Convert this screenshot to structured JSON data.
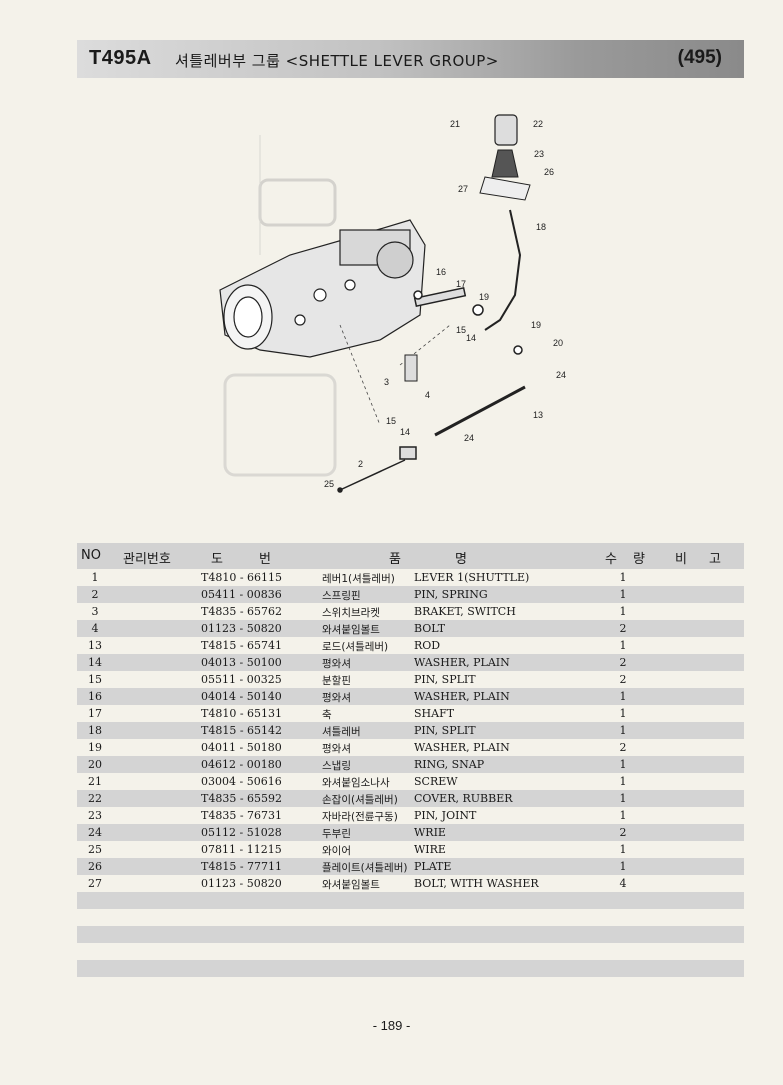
{
  "header": {
    "code": "T495A",
    "title": "셔틀레버부 그룹 <SHETTLE LEVER GROUP>",
    "page_code": "(495)"
  },
  "diagram": {
    "callouts": [
      "21",
      "22",
      "23",
      "26",
      "27",
      "18",
      "16",
      "17",
      "19",
      "15",
      "14",
      "19",
      "20",
      "3",
      "4",
      "24",
      "13",
      "15",
      "14",
      "24",
      "2",
      "25"
    ]
  },
  "table": {
    "headers": {
      "no": "NO",
      "mgmt": "관리번호",
      "do": "도",
      "beon": "번",
      "pum": "품",
      "myeong": "명",
      "su": "수",
      "ryang": "량",
      "bi": "비",
      "go": "고"
    },
    "rows": [
      {
        "no": "1",
        "part": "T4810 - 66115",
        "kr": "레버1(셔틀레버)",
        "en": "LEVER 1(SHUTTLE)",
        "qty": "1"
      },
      {
        "no": "2",
        "part": "05411 - 00836",
        "kr": "스프링핀",
        "en": "PIN, SPRING",
        "qty": "1"
      },
      {
        "no": "3",
        "part": "T4835 - 65762",
        "kr": "스위치브라켓",
        "en": "BRAKET, SWITCH",
        "qty": "1"
      },
      {
        "no": "4",
        "part": "01123 - 50820",
        "kr": "와셔붙임볼트",
        "en": "BOLT",
        "qty": "2"
      },
      {
        "no": "13",
        "part": "T4815 - 65741",
        "kr": "로드(셔틀레버)",
        "en": "ROD",
        "qty": "1"
      },
      {
        "no": "14",
        "part": "04013 - 50100",
        "kr": "평와셔",
        "en": "WASHER, PLAIN",
        "qty": "2"
      },
      {
        "no": "15",
        "part": "05511 - 00325",
        "kr": "분할핀",
        "en": "PIN, SPLIT",
        "qty": "2"
      },
      {
        "no": "16",
        "part": "04014 - 50140",
        "kr": "평와셔",
        "en": "WASHER, PLAIN",
        "qty": "1"
      },
      {
        "no": "17",
        "part": "T4810 - 65131",
        "kr": "축",
        "en": "SHAFT",
        "qty": "1"
      },
      {
        "no": "18",
        "part": "T4815 - 65142",
        "kr": "셔틀레버",
        "en": "PIN, SPLIT",
        "qty": "1"
      },
      {
        "no": "19",
        "part": "04011 - 50180",
        "kr": "평와셔",
        "en": "WASHER, PLAIN",
        "qty": "2"
      },
      {
        "no": "20",
        "part": "04612 - 00180",
        "kr": "스냅링",
        "en": "RING, SNAP",
        "qty": "1"
      },
      {
        "no": "21",
        "part": "03004 - 50616",
        "kr": "와셔붙임소나사",
        "en": "SCREW",
        "qty": "1"
      },
      {
        "no": "22",
        "part": "T4835 - 65592",
        "kr": "손잡이(셔틀레버)",
        "en": "COVER, RUBBER",
        "qty": "1"
      },
      {
        "no": "23",
        "part": "T4835 - 76731",
        "kr": "자바라(전륜구동)",
        "en": "PIN, JOINT",
        "qty": "1"
      },
      {
        "no": "24",
        "part": "05112 - 51028",
        "kr": "두부린",
        "en": "WRIE",
        "qty": "2"
      },
      {
        "no": "25",
        "part": "07811 - 11215",
        "kr": "와이어",
        "en": "WIRE",
        "qty": "1"
      },
      {
        "no": "26",
        "part": "T4815 - 77711",
        "kr": "플레이트(셔틀레버)",
        "en": "PLATE",
        "qty": "1"
      },
      {
        "no": "27",
        "part": "01123 - 50820",
        "kr": "와셔붙임볼트",
        "en": "BOLT, WITH WASHER",
        "qty": "4"
      }
    ]
  },
  "footer": {
    "page_number": "- 189 -"
  },
  "colors": {
    "header_dark": "#8a8a8a",
    "row_shade": "#d4d4d4",
    "paper": "#f4f2ea"
  }
}
